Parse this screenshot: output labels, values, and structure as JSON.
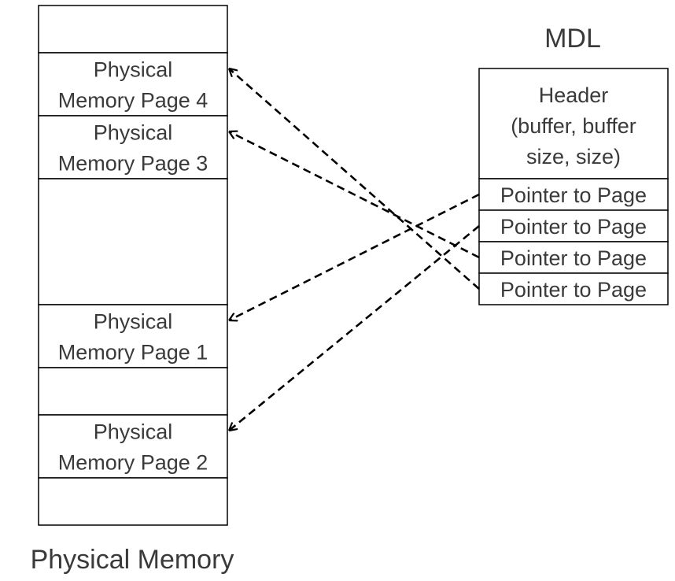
{
  "physical_memory": {
    "title": "Physical Memory",
    "slots": [
      {
        "lines": []
      },
      {
        "lines": [
          "Physical",
          "Memory Page 4"
        ]
      },
      {
        "lines": [
          "Physical",
          "Memory Page 3"
        ]
      },
      {
        "lines": []
      },
      {
        "lines": [
          "Physical",
          "Memory Page 1"
        ]
      },
      {
        "lines": []
      },
      {
        "lines": [
          "Physical",
          "Memory Page 2"
        ]
      },
      {
        "lines": []
      }
    ]
  },
  "mdl": {
    "title": "MDL",
    "header_lines": [
      "Header",
      "(buffer, buffer",
      "size, size)"
    ],
    "pointers": [
      "Pointer to Page",
      "Pointer to Page",
      "Pointer to Page",
      "Pointer to Page"
    ]
  },
  "arrows": [
    {
      "from_pointer": 0,
      "to_page": "Physical Memory Page 1"
    },
    {
      "from_pointer": 1,
      "to_page": "Physical Memory Page 2"
    },
    {
      "from_pointer": 2,
      "to_page": "Physical Memory Page 3"
    },
    {
      "from_pointer": 3,
      "to_page": "Physical Memory Page 4"
    }
  ],
  "colors": {
    "line": "#000000",
    "text": "#3a3a3a",
    "background": "#ffffff"
  }
}
